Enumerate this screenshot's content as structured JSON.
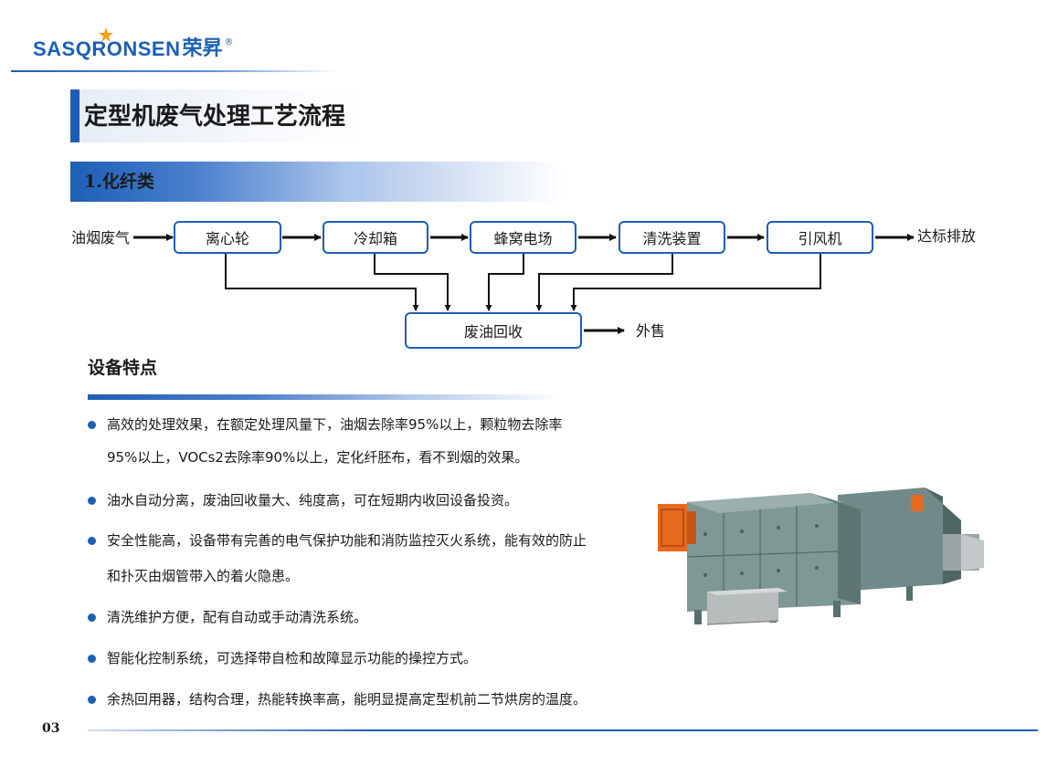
{
  "brand": {
    "name": "SASQRONSEN",
    "name_cn": "荣昇",
    "registered": "®",
    "color": "#1d5fb5",
    "accent": "#f2a11a"
  },
  "page_title": "定型机废气处理工艺流程",
  "section_title": "1.化纤类",
  "flow": {
    "input_label": "油烟废气",
    "nodes": [
      "离心轮",
      "冷却箱",
      "蜂窝电场",
      "清洗装置",
      "引风机"
    ],
    "output_label": "达标排放",
    "collector": "废油回收",
    "collector_output": "外售"
  },
  "features": {
    "title": "设备特点",
    "items": [
      "高效的处理效果，在额定处理风量下，油烟去除率95%以上，颗粒物去除率",
      "95%以上，VOCs2去除率90%以上，定化纤胚布，看不到烟的效果。",
      "油水自动分离，废油回收量大、纯度高，可在短期内收回设备投资。",
      "安全性能高，设备带有完善的电气保护功能和消防监控灭火系统，能有效的防止",
      "和扑灭由烟管带入的着火隐患。",
      "清洗维护方便，配有自动或手动清洗系统。",
      "智能化控制系统，可选择带自检和故障显示功能的操控方式。",
      "余热回用器，结构合理，热能转换率高，能明显提高定型机前二节烘房的温度。"
    ]
  },
  "page_number": "03"
}
